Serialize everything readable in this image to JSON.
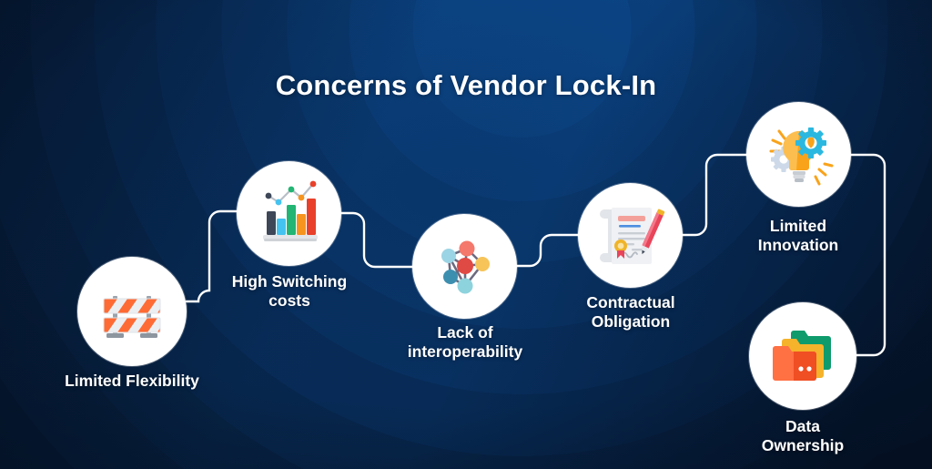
{
  "title": "Concerns of Vendor Lock-In",
  "theme": {
    "background_dark": "#06152f",
    "background_ring": "#0b4484",
    "bubble_fill": "#ffffff",
    "text_color": "#ffffff",
    "connector_color": "#ffffff"
  },
  "nodes": [
    {
      "id": "limited-flexibility",
      "label": "Limited Flexibility",
      "icon": "road-barrier-icon",
      "icon_colors": [
        "#ff6b35",
        "#e9ecef",
        "#9aa3ad"
      ]
    },
    {
      "id": "high-switching-costs",
      "label": "High Switching\ncosts",
      "icon": "bar-chart-growth-icon",
      "icon_colors": [
        "#3d4758",
        "#45c3f0",
        "#22b573",
        "#f7941e",
        "#e8402a"
      ]
    },
    {
      "id": "lack-of-interoperability",
      "label": "Lack of\ninteroperability",
      "icon": "network-nodes-icon",
      "icon_colors": [
        "#9bd4e4",
        "#f4786b",
        "#e04a45",
        "#f6c459",
        "#3d8fb0",
        "#8dd3dd"
      ]
    },
    {
      "id": "contractual-obligation",
      "label": "Contractual\nObligation",
      "icon": "contract-document-icon",
      "icon_colors": [
        "#eceef1",
        "#f4a09a",
        "#4d8fe0",
        "#f0b429",
        "#e8445a"
      ]
    },
    {
      "id": "limited-innovation",
      "label": "Limited\nInnovation",
      "icon": "lightbulb-gears-icon",
      "icon_colors": [
        "#f9a31b",
        "#2bb8e0",
        "#cdd9e8",
        "#b9bfc7"
      ]
    },
    {
      "id": "data-ownership",
      "label": "Data\nOwnership",
      "icon": "folders-stack-icon",
      "icon_colors": [
        "#0f9b6c",
        "#f5b32b",
        "#ff7043",
        "#f04e23"
      ]
    }
  ]
}
